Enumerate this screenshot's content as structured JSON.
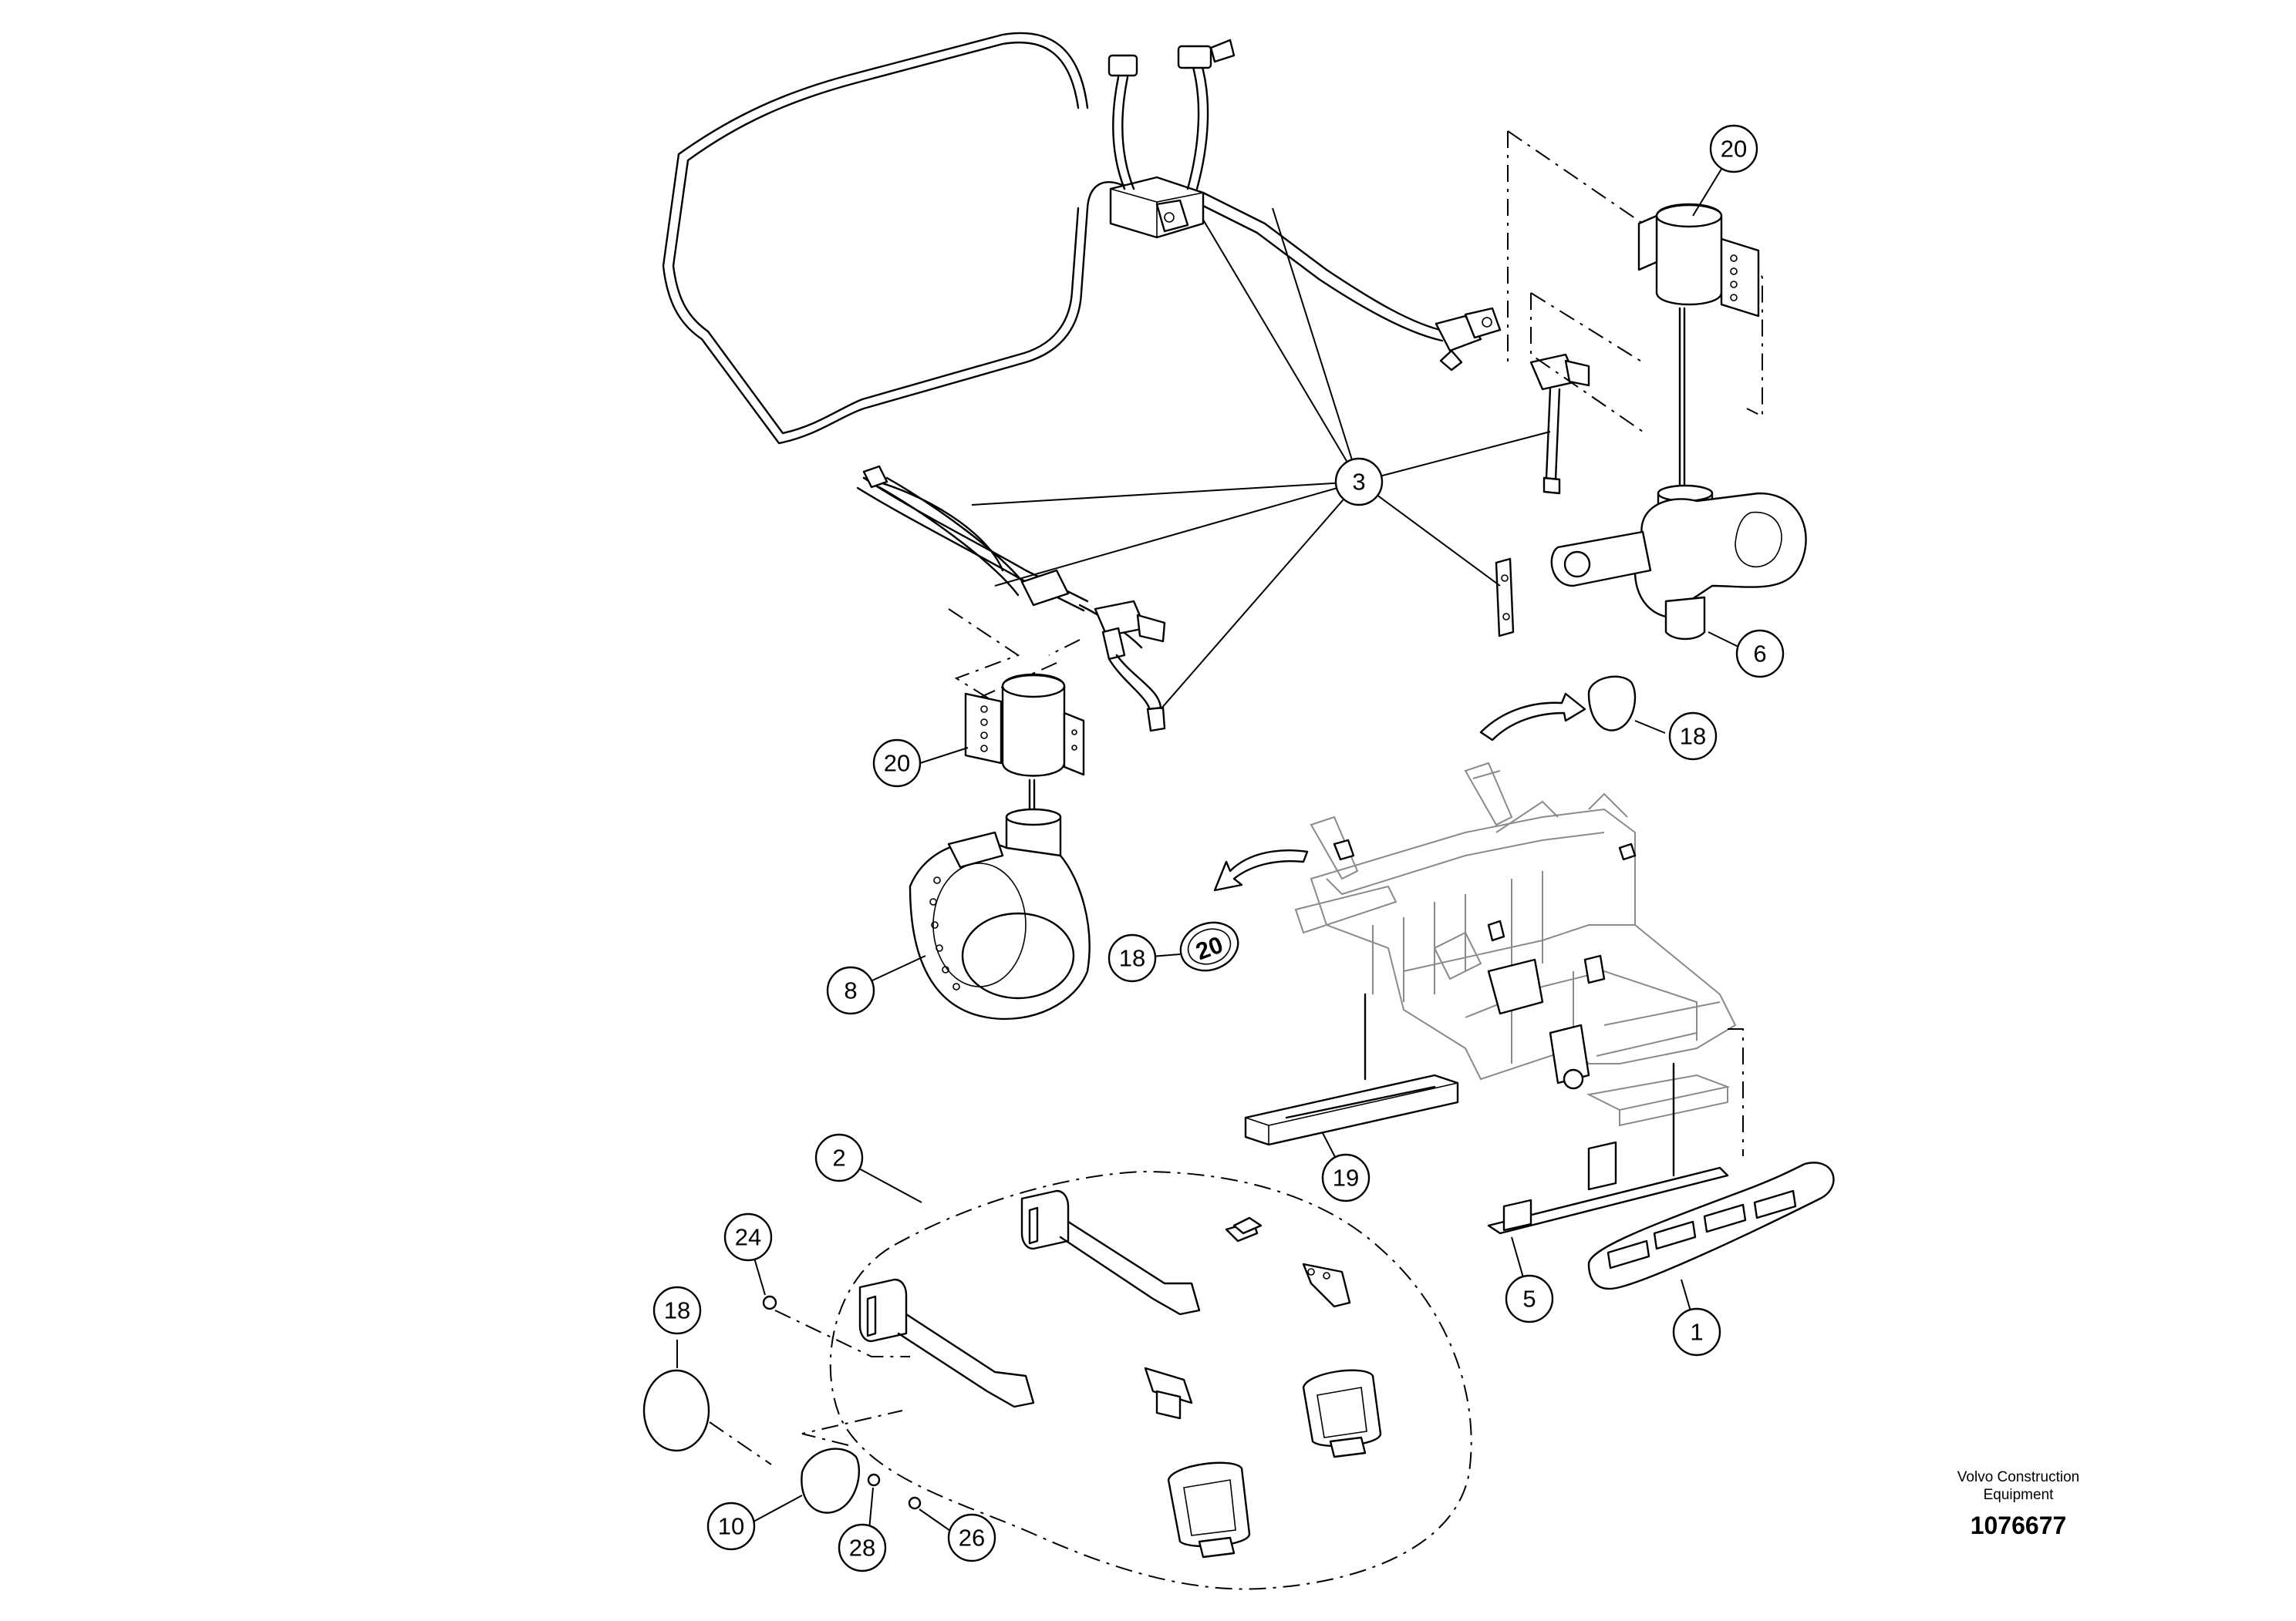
{
  "diagram": {
    "callouts": [
      {
        "id": "c1",
        "label": "1"
      },
      {
        "id": "c2",
        "label": "2"
      },
      {
        "id": "c3",
        "label": "3"
      },
      {
        "id": "c5",
        "label": "5"
      },
      {
        "id": "c6",
        "label": "6"
      },
      {
        "id": "c8",
        "label": "8"
      },
      {
        "id": "c10",
        "label": "10"
      },
      {
        "id": "c18a",
        "label": "18"
      },
      {
        "id": "c18b",
        "label": "18"
      },
      {
        "id": "c18c",
        "label": "18"
      },
      {
        "id": "c19",
        "label": "19"
      },
      {
        "id": "c20a",
        "label": "20"
      },
      {
        "id": "c20b",
        "label": "20"
      },
      {
        "id": "c24",
        "label": "24"
      },
      {
        "id": "c26",
        "label": "26"
      },
      {
        "id": "c28",
        "label": "28"
      }
    ],
    "decal_text": "20"
  },
  "footer": {
    "company_line1": "Volvo Construction",
    "company_line2": "Equipment",
    "drawing_number": "1076677"
  }
}
